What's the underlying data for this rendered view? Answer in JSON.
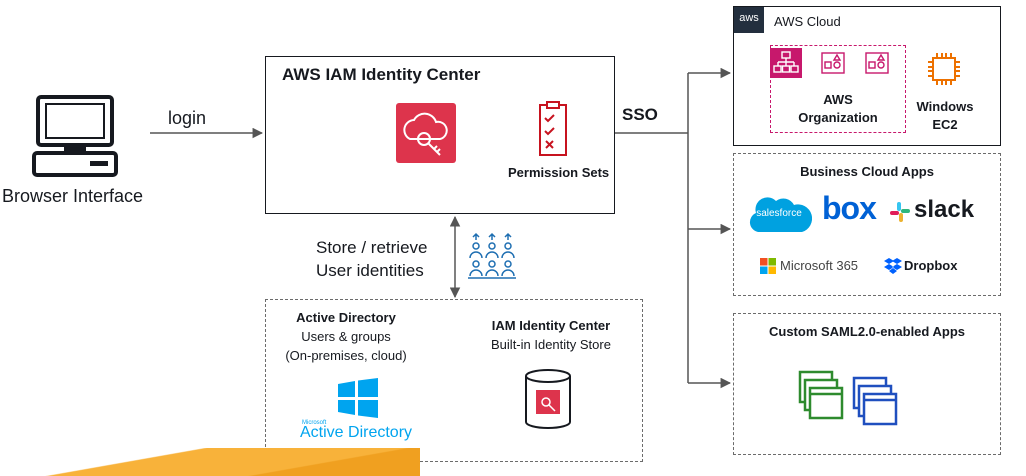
{
  "browser": {
    "label": "Browser Interface"
  },
  "login": {
    "label": "login"
  },
  "identity_center": {
    "title": "AWS IAM Identity Center",
    "permission_sets": "Permission Sets"
  },
  "sso": {
    "label": "SSO"
  },
  "store": {
    "line1": "Store / retrieve",
    "line2": "User identities"
  },
  "aws_cloud": {
    "badge": "aws",
    "title": "AWS Cloud",
    "org_line1": "AWS",
    "org_line2": "Organization",
    "ec2_line1": "Windows",
    "ec2_line2": "EC2"
  },
  "business_apps": {
    "title": "Business Cloud Apps",
    "salesforce": "salesforce",
    "box": "box",
    "slack": "slack",
    "microsoft": "Microsoft 365",
    "dropbox": "Dropbox"
  },
  "saml_apps": {
    "title": "Custom SAML2.0-enabled Apps"
  },
  "directory": {
    "ad_title": "Active Directory",
    "ad_line1": "Users & groups",
    "ad_line2": "(On-premises, cloud)",
    "ad_logo_small": "Microsoft",
    "ad_logo_text": "Active Directory",
    "store_title": "IAM Identity Center",
    "store_line1": "Built-in Identity Store"
  },
  "colors": {
    "aws_red": "#dd344c",
    "aws_pink": "#c7186c",
    "ec2_orange": "#ed7100",
    "salesforce": "#00a1e0",
    "box": "#0061d5",
    "dropbox": "#0061fe",
    "saml_green": "#2e8b2e",
    "saml_blue": "#1f4fbf"
  }
}
